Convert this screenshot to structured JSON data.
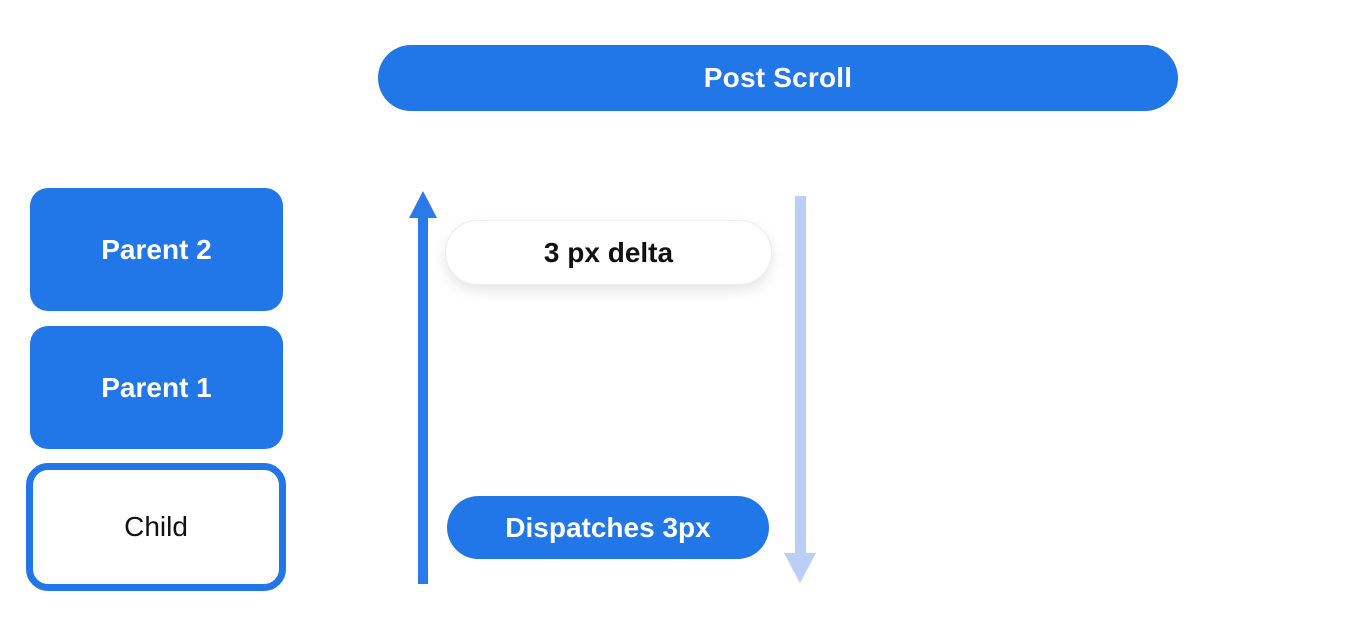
{
  "diagram": {
    "header": {
      "label": "Post Scroll"
    },
    "nodes": {
      "parents": [
        {
          "label": "Parent 2"
        },
        {
          "label": "Parent 1"
        }
      ],
      "child": {
        "label": "Child"
      }
    },
    "annotations": {
      "delta_label": "3 px delta",
      "dispatch_label": "Dispatches 3px"
    },
    "arrows": {
      "up_arrow": "upward scroll propagation arrow",
      "down_arrow": "downward scroll dispatch arrow"
    },
    "colors": {
      "primary_blue": "#2176E8",
      "arrow_blue": "#2B7AE9",
      "light_blue": "#B9CFF5",
      "text_white": "#FFFFFF",
      "text_black": "#111111"
    }
  }
}
